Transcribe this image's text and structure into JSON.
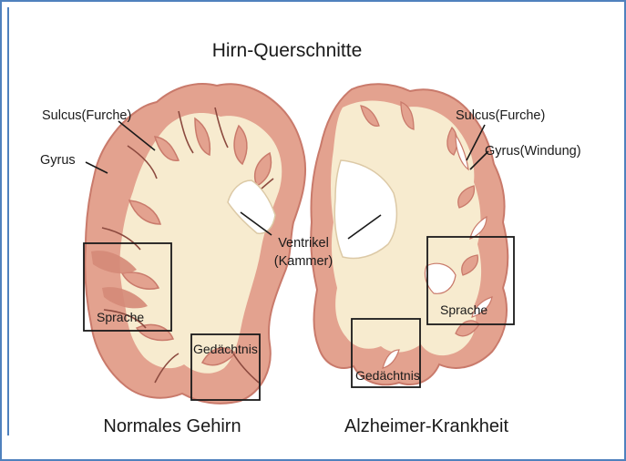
{
  "title": "Hirn-Querschnitte",
  "left": {
    "caption": "Normales Gehirn",
    "sulcus": "Sulcus(Furche)",
    "gyrus": "Gyrus",
    "language": "Sprache",
    "memory": "Gedächtnis"
  },
  "center": {
    "ventricle_line1": "Ventrikel",
    "ventricle_line2": "(Kammer)"
  },
  "right": {
    "caption": "Alzheimer-Krankheit",
    "sulcus": "Sulcus(Furche)",
    "gyrus": "Gyrus(Windung)",
    "language": "Sprache",
    "memory": "Gedächtnis"
  },
  "colors": {
    "frame": "#4f81bd",
    "gray_matter": "#e3a28f",
    "gray_matter_dark": "#c97a6b",
    "white_matter": "#f7ebcf",
    "ventricle": "#ffffff"
  }
}
